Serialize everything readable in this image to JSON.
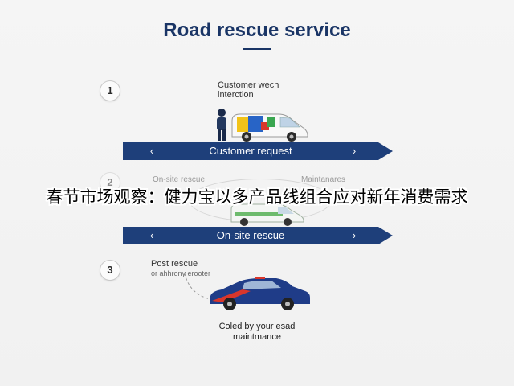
{
  "header": {
    "title": "Road rescue service"
  },
  "steps": [
    {
      "number": "1",
      "note_line1": "Customer wech",
      "note_line2": "interction",
      "banner_label": "Customer request"
    },
    {
      "number": "2",
      "note_left": "On-site rescue",
      "note_right": "Maintanares",
      "banner_label": "On-site rescue"
    },
    {
      "number": "3",
      "note_line1": "Post rescue",
      "note_line2": "or ahhrony erooter",
      "caption_line1": "Coled by your esad",
      "caption_line2": "maintmance"
    }
  ],
  "banner_icons": {
    "left": "‹",
    "right": "›"
  },
  "overlay": {
    "headline": "春节市场观察：健力宝以多产品线组合应对新年消费需求"
  },
  "colors": {
    "brand_navy": "#1e3f7a",
    "title_navy": "#1a3566",
    "car_red": "#d8362b",
    "car_blue": "#1f3c88"
  }
}
